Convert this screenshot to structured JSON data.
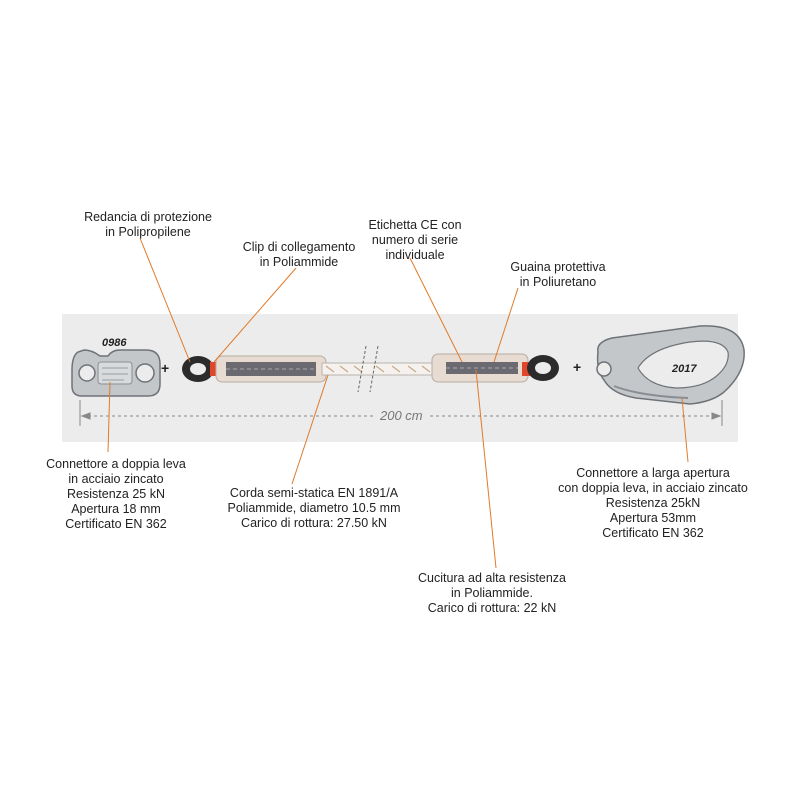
{
  "codes": {
    "left_connector": "0986",
    "right_connector": "2017"
  },
  "dimension": "200 cm",
  "symbols": {
    "plus": "+"
  },
  "labels": {
    "redancia": [
      "Redancia di protezione",
      "in Polipropilene"
    ],
    "clip": [
      "Clip di collegamento",
      "in Poliammide"
    ],
    "etichetta": [
      "Etichetta CE con",
      "numero di serie",
      "individuale"
    ],
    "guaina": [
      "Guaina protettiva",
      "in Poliuretano"
    ],
    "connettore_left": [
      "Connettore a doppia leva",
      "in acciaio zincato",
      "Resistenza 25 kN",
      "Apertura 18 mm",
      "Certificato EN 362"
    ],
    "corda": [
      "Corda semi-statica EN 1891/A",
      "Poliammide, diametro 10.5 mm",
      "Carico di rottura: 27.50 kN"
    ],
    "cucitura": [
      "Cucitura ad alta resistenza",
      "in Poliammide.",
      "Carico di rottura: 22 kN"
    ],
    "connettore_right": [
      "Connettore a larga apertura",
      "con doppia leva, in acciaio zincato",
      "Resistenza 25kN",
      "Apertura 53mm",
      "Certificato EN 362"
    ]
  },
  "colors": {
    "leader_line": "#e07a2a",
    "background_band": "#ececec",
    "steel": "#b9bcc0",
    "rope": "#f4f1ee",
    "sheath": "#e8dcd2",
    "thimble": "#2b2b2b",
    "clip": "#e0462c"
  }
}
